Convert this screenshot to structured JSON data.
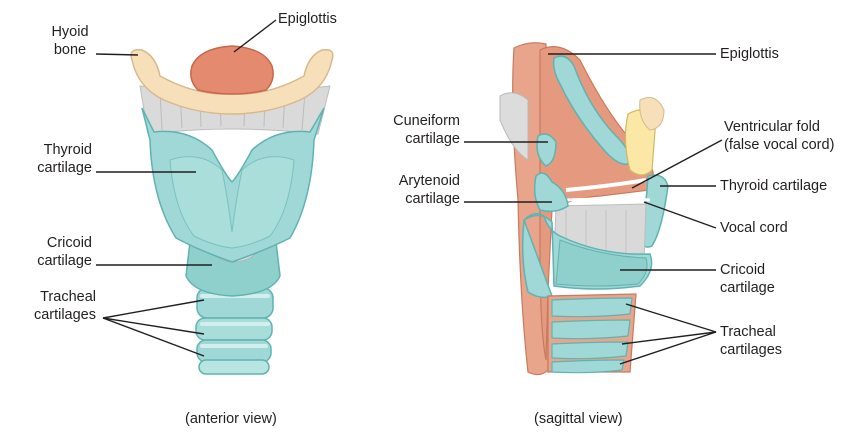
{
  "colors": {
    "cartilage": "#9fd8d6",
    "cartilage_dark": "#5fb3b0",
    "epiglottis": "#e48a6f",
    "bone": "#f7e0b9",
    "membrane": "#d8d8d8",
    "fat_pad": "#fbe7a6",
    "mucosa": "#e9a48c",
    "line": "#231f20"
  },
  "anterior": {
    "hyoid": [
      "Hyoid",
      "bone"
    ],
    "epiglottis": "Epiglottis",
    "thyroid": [
      "Thyroid",
      "cartilage"
    ],
    "cricoid": [
      "Cricoid",
      "cartilage"
    ],
    "tracheal": [
      "Tracheal",
      "cartilages"
    ],
    "caption": "(anterior view)"
  },
  "sagittal": {
    "epiglottis": "Epiglottis",
    "cuneiform": [
      "Cuneiform",
      "cartilage"
    ],
    "ventricular": [
      "Ventricular fold",
      "(false vocal cord)"
    ],
    "arytenoid": [
      "Arytenoid",
      "cartilage"
    ],
    "thyroid": "Thyroid cartilage",
    "vocal_cord": "Vocal cord",
    "cricoid": [
      "Cricoid",
      "cartilage"
    ],
    "tracheal": [
      "Tracheal",
      "cartilages"
    ],
    "caption": "(sagittal view)"
  }
}
